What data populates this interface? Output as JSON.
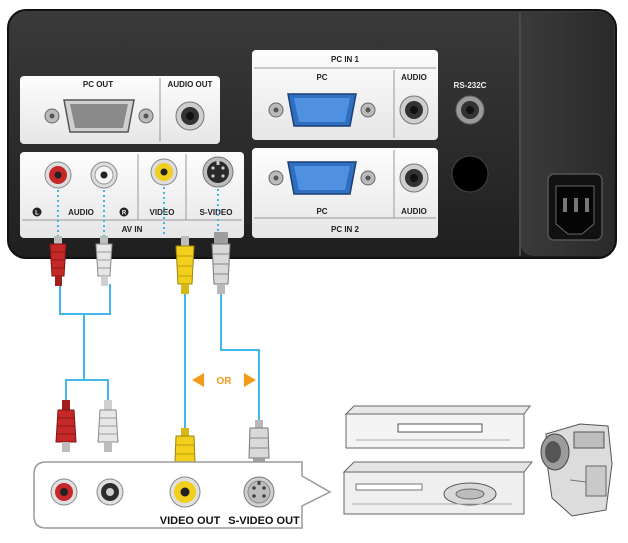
{
  "panel": {
    "pc_out": "PC OUT",
    "audio_out": "AUDIO OUT",
    "pc_in1": "PC IN 1",
    "pc_in1_pc": "PC",
    "pc_in1_audio": "AUDIO",
    "rs232c": "RS-232C",
    "pc_in2_pc": "PC",
    "pc_in2_audio": "AUDIO",
    "pc_in2": "PC IN 2",
    "audio": "AUDIO",
    "video": "VIDEO",
    "svideo": "S-VIDEO",
    "av_in": "AV IN"
  },
  "connection": {
    "or_label": "OR"
  },
  "source": {
    "video_out": "VIDEO OUT",
    "svideo_out": "S-VIDEO OUT"
  },
  "colors": {
    "panel_body": "#2b2b2b",
    "cable_blue": "#41b8e6",
    "plug_red": "#c62828",
    "plug_white": "#dcdcdc",
    "plug_yellow": "#f1cf1a",
    "arrow_orange": "#f39a1e"
  }
}
